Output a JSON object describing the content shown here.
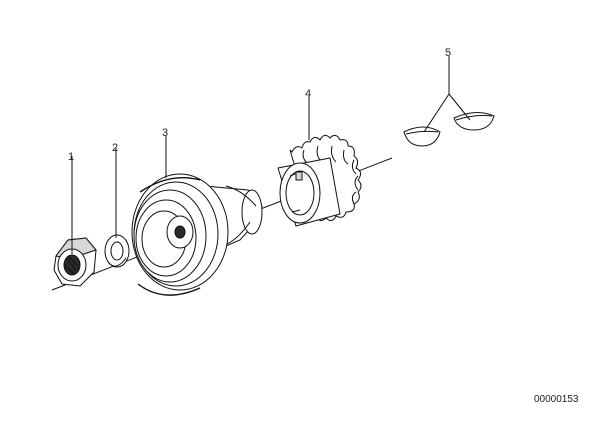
{
  "callouts": [
    "1",
    "2",
    "3",
    "4",
    "5"
  ],
  "diagram_id": "00000153"
}
